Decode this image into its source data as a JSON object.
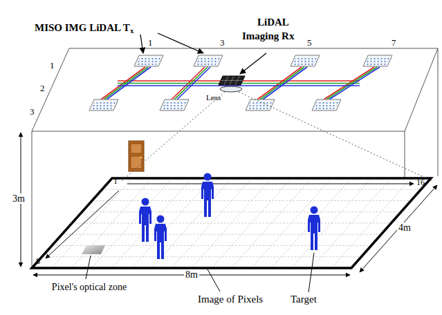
{
  "diagram": {
    "labels": [
      "MISO IMG LiDAL T",
      "x",
      "LiDAL",
      "Imaging Rx",
      "1",
      "3",
      "5",
      "7",
      "1",
      "2",
      "3",
      "Lens",
      "3m",
      "1",
      "16",
      "8",
      "8m",
      "4m",
      "Pixel's optical zone",
      "Image of Pixels",
      "Target"
    ]
  }
}
